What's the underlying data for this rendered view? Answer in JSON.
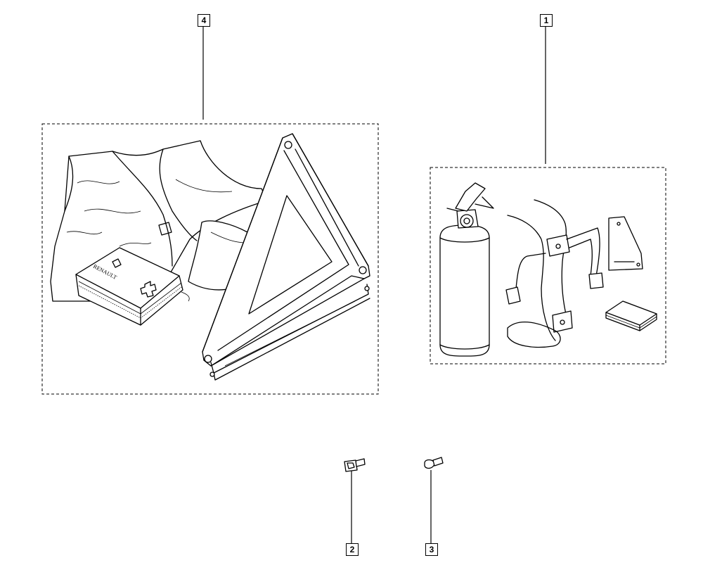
{
  "callouts": [
    {
      "id": "callout-4",
      "label": "4"
    },
    {
      "id": "callout-1",
      "label": "1"
    },
    {
      "id": "callout-2",
      "label": "2"
    },
    {
      "id": "callout-3",
      "label": "3"
    }
  ],
  "kit": {
    "first_aid_brand": "RENAULT"
  }
}
